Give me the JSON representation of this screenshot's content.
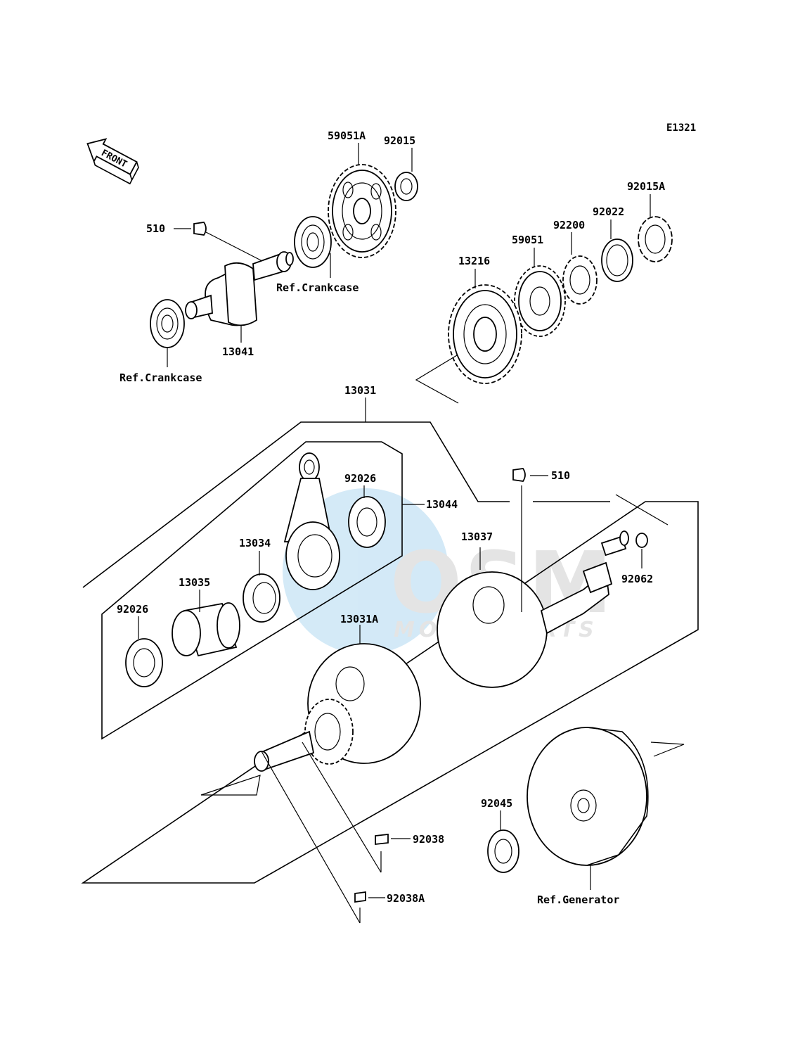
{
  "diagram_id": "E1321",
  "front_label": "FRONT",
  "watermark": {
    "logo": "OSM",
    "sub": "MOTORPARTS",
    "color": "#3aa0dc"
  },
  "labels": [
    {
      "key": "p59051A",
      "text": "59051A"
    },
    {
      "key": "p92015",
      "text": "92015"
    },
    {
      "key": "p92015A",
      "text": "92015A"
    },
    {
      "key": "p92022",
      "text": "92022"
    },
    {
      "key": "p92200",
      "text": "92200"
    },
    {
      "key": "p59051",
      "text": "59051"
    },
    {
      "key": "p13216",
      "text": "13216"
    },
    {
      "key": "p510a",
      "text": "510"
    },
    {
      "key": "refCrank1",
      "text": "Ref.Crankcase"
    },
    {
      "key": "p13041",
      "text": "13041"
    },
    {
      "key": "refCrank2",
      "text": "Ref.Crankcase"
    },
    {
      "key": "p13031",
      "text": "13031"
    },
    {
      "key": "p510b",
      "text": "510"
    },
    {
      "key": "p92026a",
      "text": "92026"
    },
    {
      "key": "p13044",
      "text": "13044"
    },
    {
      "key": "p13034",
      "text": "13034"
    },
    {
      "key": "p13037",
      "text": "13037"
    },
    {
      "key": "p13035",
      "text": "13035"
    },
    {
      "key": "p92062",
      "text": "92062"
    },
    {
      "key": "p92026b",
      "text": "92026"
    },
    {
      "key": "p13031A",
      "text": "13031A"
    },
    {
      "key": "p92045",
      "text": "92045"
    },
    {
      "key": "p92038",
      "text": "92038"
    },
    {
      "key": "refGen",
      "text": "Ref.Generator"
    },
    {
      "key": "p92038A",
      "text": "92038A"
    }
  ]
}
